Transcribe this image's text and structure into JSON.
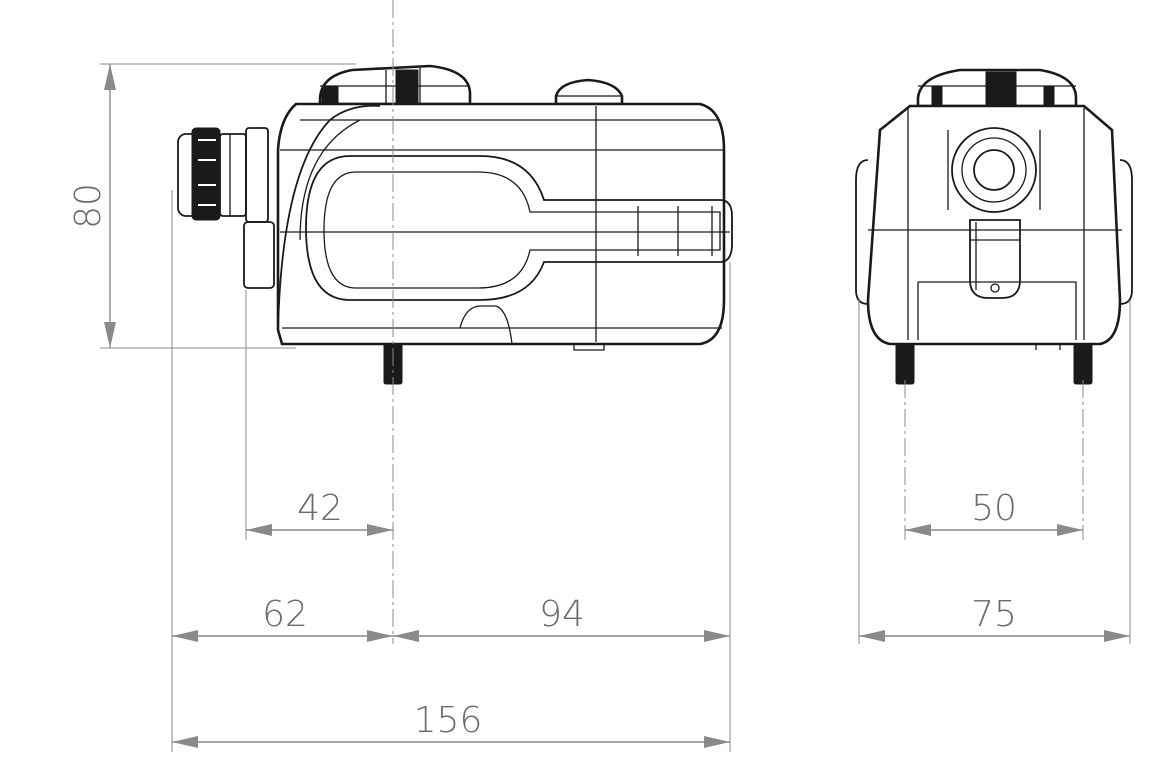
{
  "dimensions": {
    "height_80": "80",
    "offset_42": "42",
    "left_62": "62",
    "right_94": "94",
    "total_156": "156",
    "bolt_spacing_50": "50",
    "width_75": "75"
  },
  "colors": {
    "dimension": "#8a8a8a",
    "outline": "#1a1a1a",
    "background": "#ffffff"
  }
}
